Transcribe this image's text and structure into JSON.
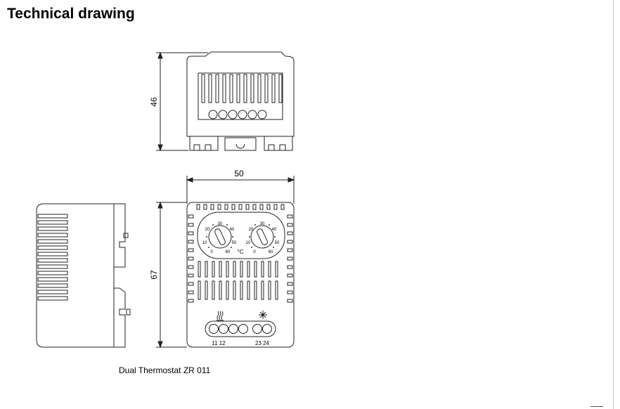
{
  "page": {
    "title": "Technical drawing",
    "caption": "Dual Thermostat ZR 011"
  },
  "dimensions": {
    "height_top": "46",
    "width_front": "50",
    "height_front": "67"
  },
  "dial_scale": {
    "ticks": [
      "0",
      "10",
      "20",
      "30",
      "40",
      "50",
      "60"
    ],
    "unit": "°C"
  },
  "terminals": {
    "left_pair": "11 12",
    "right_pair": "23 24"
  },
  "symbols": {
    "heater": "heater-symbol",
    "fan": "fan-symbol"
  }
}
